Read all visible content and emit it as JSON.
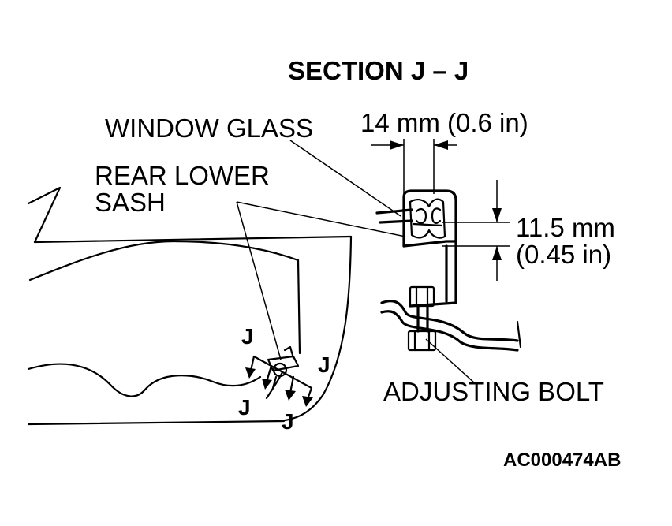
{
  "title": "SECTION J – J",
  "labels": {
    "window_glass": "WINDOW GLASS",
    "rear_lower_sash_1": "REAR LOWER",
    "rear_lower_sash_2": "SASH",
    "adjusting_bolt": "ADJUSTING BOLT"
  },
  "dimensions": {
    "width": "14 mm (0.6 in)",
    "height_1": "11.5 mm",
    "height_2": "(0.45 in)"
  },
  "section_marks": [
    "J",
    "J",
    "J",
    "J"
  ],
  "figure_code": "AC000474AB"
}
